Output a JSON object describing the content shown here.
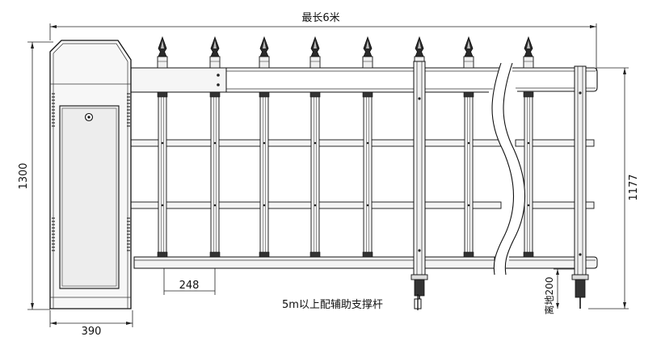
{
  "drawing": {
    "top_dimension": "最长6米",
    "left_height": "1300",
    "right_height": "1177",
    "base_width": "390",
    "post_spacing": "248",
    "ground_clearance": "离地200",
    "support_note": "5m以上配辅助支撑杆"
  },
  "colors": {
    "line": "#111111",
    "fill_light": "#f4f4f4",
    "fill_panel": "#ededed",
    "dark": "#222222"
  }
}
